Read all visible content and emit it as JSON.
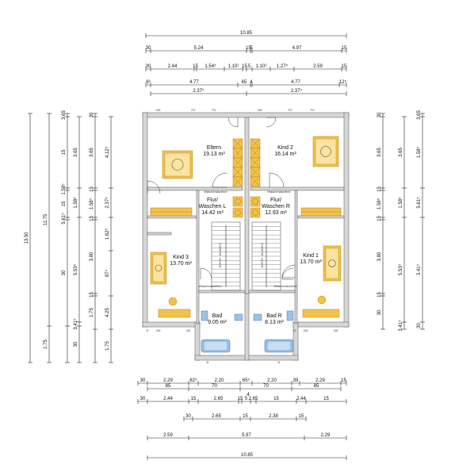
{
  "colors": {
    "wall": "#d6d6d6",
    "wall_edge": "#555555",
    "wood": "#f2c14e",
    "wood_edge": "#b8860b",
    "tile": "#9cc3e6",
    "line": "#222222"
  },
  "rooms": [
    {
      "key": "eltern",
      "name": "Eltern",
      "area": "19.13 m²"
    },
    {
      "key": "kind2",
      "name": "Kind 2",
      "area": "16.14 m²"
    },
    {
      "key": "flur_l",
      "name": "Flur/ Waschen L",
      "area": "14.42 m²"
    },
    {
      "key": "flur_r",
      "name": "Flur/ Waschen R",
      "area": "12.93 m²"
    },
    {
      "key": "kind3",
      "name": "Kind 3",
      "area": "13.70 m²"
    },
    {
      "key": "kind1",
      "name": "Kind 1",
      "area": "13.70 m²"
    },
    {
      "key": "bad_l",
      "name": "Bad",
      "area": "9.05 m²"
    },
    {
      "key": "bad_r",
      "name": "Bad R",
      "area": "8.13 m²"
    }
  ],
  "dims": {
    "top_total": "10.85",
    "top_row2": [
      "30",
      "5.24",
      "15",
      "5",
      "4.97",
      "15"
    ],
    "top_row3": [
      "30",
      "2.44",
      "15",
      "1.54⁵",
      "1.10²",
      "15",
      "5",
      "1.10²",
      "1.27⁵",
      "2.59",
      "15"
    ],
    "top_row4": [
      "6³",
      "4.77",
      "65",
      "4",
      "4.77",
      "12⁵"
    ],
    "top_row4b": [
      "2.37⁵",
      "2.37⁵"
    ],
    "bottom_row1": [
      "30",
      "2.29",
      "62⁵",
      "2.20",
      "65⁵",
      "2.20",
      "39",
      "2.29",
      "15"
    ],
    "bottom_row1b": [
      "85",
      "70",
      "70",
      "85"
    ],
    "bottom_row2": [
      "30",
      "2.44",
      "15",
      "2.65",
      "15",
      "5",
      "2.65",
      "15",
      "2.44",
      "15"
    ],
    "bottom_row2_mid": "4",
    "bottom_row3": [
      "30",
      "2.65",
      "15",
      "2.38",
      "15"
    ],
    "bottom_row4": [
      "2.59",
      "5.97",
      "2.29"
    ],
    "bottom_total": "10.85",
    "left_total": "13.50",
    "left_col2": [
      "1.75",
      "11.75"
    ],
    "left_col3": [
      "3.65",
      "15",
      "1.58⁵",
      "15",
      "5.61⁵",
      "30"
    ],
    "left_col4": [
      "3.65",
      "1.58⁵",
      "5.53⁵",
      "3.41⁵",
      "30"
    ],
    "left_col5": [
      "30",
      "3.65",
      "15",
      "1.58⁵",
      "15",
      "3.80",
      "15",
      "1.75"
    ],
    "left_col6": [
      "4.12⁵",
      "2.37⁵",
      "1.62⁵",
      "87⁵",
      "4.25",
      "1.75"
    ],
    "right_col1": [
      "30",
      "3.65",
      "15",
      "1.58⁵",
      "15",
      "3.80",
      "15",
      "30"
    ],
    "right_col2": [
      "3.65",
      "1.58⁵",
      "5.53⁵",
      "3.41⁵"
    ],
    "right_col3": [
      "3.65",
      "1.58⁵",
      "5.61⁵",
      "3.41⁵",
      "30"
    ]
  },
  "labels": {
    "dk": "DK",
    "fv": "FV",
    "d": "D",
    "waschmaschine": "Waschmaschine",
    "stair_l": "16STG. 18,4/26,5",
    "stair_r": "16STG. 18,4/26,5"
  }
}
